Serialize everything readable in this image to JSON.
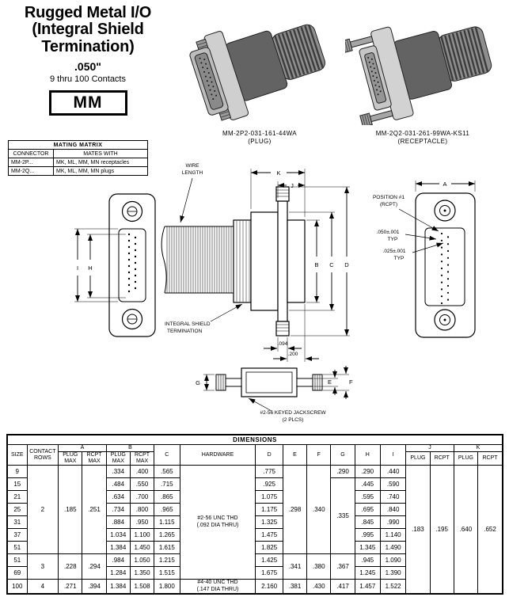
{
  "header": {
    "title": "Rugged Metal I/O\n(Integral Shield\nTermination)",
    "pitch": ".050\"",
    "contacts": "9 thru 100 Contacts",
    "series": "MM"
  },
  "photos": {
    "plug_part": "MM-2P2-031-161-44WA",
    "plug_type": "(PLUG)",
    "rcpt_part": "MM-2Q2-031-261-99WA-KS11",
    "rcpt_type": "(RECEPTACLE)"
  },
  "mating_matrix": {
    "title": "MATING MATRIX",
    "col_connector": "CONNECTOR",
    "col_mates": "MATES WITH",
    "rows": [
      {
        "connector": "MM-2P...",
        "mates": "MK, ML, MM, MN receptacles"
      },
      {
        "connector": "MM-2Q...",
        "mates": "MK, ML, MM, MN plugs"
      }
    ]
  },
  "drawing": {
    "wire_1": "WIRE",
    "wire_2": "LENGTH",
    "k": "K",
    "j": "J",
    "b": "B",
    "c": "C",
    "d": "D",
    "a": "A",
    "i": "I",
    "h": "H",
    "g": "G",
    "e": "E",
    "f": "F",
    "shield_1": "INTEGRAL SHIELD",
    "shield_2": "TERMINATION",
    "dim_094": ".094",
    "dim_200": ".200",
    "pos1_1": "POSITION #1",
    "pos1_2": "(RCPT)",
    "typ050_1": ".050±.001",
    "typ050_2": "TYP",
    "typ025_1": ".025±.001",
    "typ025_2": "TYP",
    "jack_1": "#2-56 KEYED JACKSCREW",
    "jack_2": "(2 PLCS)"
  },
  "dim_table": {
    "title": "DIMENSIONS",
    "col_size": "SIZE",
    "col_contact_rows": "CONTACT\nROWS",
    "col_a": "A",
    "col_b": "B",
    "col_c": "C",
    "col_plug_max": "PLUG\nMAX",
    "col_rcpt_max": "RCPT\nMAX",
    "col_hardware": "HARDWARE",
    "col_d": "D",
    "col_e": "E",
    "col_f": "F",
    "col_g": "G",
    "col_h": "H",
    "col_i": "I",
    "col_j": "J",
    "col_k": "K",
    "col_plug": "PLUG",
    "col_rcpt": "RCPT",
    "rows": [
      {
        "size": "9",
        "contact_rows": "2",
        "a_plug": ".185",
        "a_rcpt": ".251",
        "b_plug": ".334",
        "b_rcpt": ".400",
        "c": ".565",
        "hardware": "#2-56 UNC THD\n(.092 DIA THRU)",
        "d": ".775",
        "e": ".298",
        "f": ".340",
        "g": ".290",
        "h": ".290",
        "i": ".440",
        "j_plug": ".183",
        "j_rcpt": ".195",
        "k_plug": ".640",
        "k_rcpt": ".652"
      },
      {
        "size": "15",
        "b_plug": ".484",
        "b_rcpt": ".550",
        "c": ".715",
        "d": ".925",
        "g": ".335",
        "h": ".445",
        "i": ".590"
      },
      {
        "size": "21",
        "b_plug": ".634",
        "b_rcpt": ".700",
        "c": ".865",
        "d": "1.075",
        "h": ".595",
        "i": ".740"
      },
      {
        "size": "25",
        "b_plug": ".734",
        "b_rcpt": ".800",
        "c": ".965",
        "d": "1.175",
        "h": ".695",
        "i": ".840"
      },
      {
        "size": "31",
        "b_plug": ".884",
        "b_rcpt": ".950",
        "c": "1.115",
        "d": "1.325",
        "h": ".845",
        "i": ".990"
      },
      {
        "size": "37",
        "b_plug": "1.034",
        "b_rcpt": "1.100",
        "c": "1.265",
        "d": "1.475",
        "h": ".995",
        "i": "1.140"
      },
      {
        "size": "51",
        "b_plug": "1.384",
        "b_rcpt": "1.450",
        "c": "1.615",
        "d": "1.825",
        "h": "1.345",
        "i": "1.490"
      },
      {
        "size": "51",
        "contact_rows": "3",
        "a_plug": ".228",
        "a_rcpt": ".294",
        "b_plug": ".984",
        "b_rcpt": "1.050",
        "c": "1.215",
        "d": "1.425",
        "e": ".341",
        "f": ".380",
        "g": ".367",
        "h": ".945",
        "i": "1.090"
      },
      {
        "size": "69",
        "b_plug": "1.284",
        "b_rcpt": "1.350",
        "c": "1.515",
        "d": "1.675",
        "h": "1.245",
        "i": "1.390"
      },
      {
        "size": "100",
        "contact_rows": "4",
        "a_plug": ".271",
        "a_rcpt": ".394",
        "b_plug": "1.384",
        "b_rcpt": "1.508",
        "c": "1.800",
        "hardware": "#4-40 UNC THD\n(.147 DIA THRU)",
        "d": "2.160",
        "e": ".381",
        "f": ".430",
        "g": ".417",
        "h": "1.457",
        "i": "1.522"
      }
    ]
  }
}
